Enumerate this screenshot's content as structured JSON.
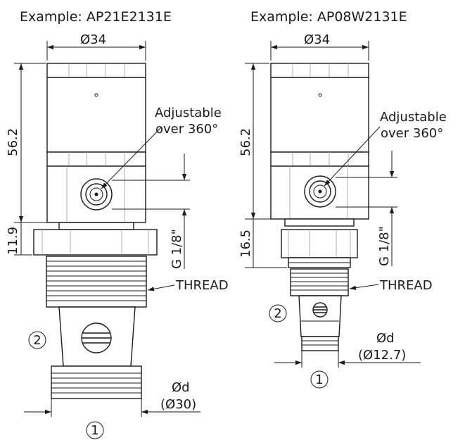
{
  "left_view": {
    "title": "Example: AP21E2131E",
    "diameter_top": "Ø34",
    "height_body": "56.2",
    "height_nut": "11.9",
    "port_label": "G 1/8\"",
    "adjust_line1": "Adjustable",
    "adjust_line2": "over 360°",
    "thread_label": "THREAD",
    "port_2": "2",
    "port_1": "1",
    "dia_label": "Ød",
    "dia_value": "(Ø30)"
  },
  "right_view": {
    "title": "Example: AP08W2131E",
    "diameter_top": "Ø34",
    "height_body": "56.2",
    "height_nut": "16.5",
    "port_label": "G 1/8\"",
    "adjust_line1": "Adjustable",
    "adjust_line2": "over 360°",
    "thread_label": "THREAD",
    "port_2": "2",
    "port_1": "1",
    "dia_label": "Ød",
    "dia_value": "(Ø12.7)"
  }
}
